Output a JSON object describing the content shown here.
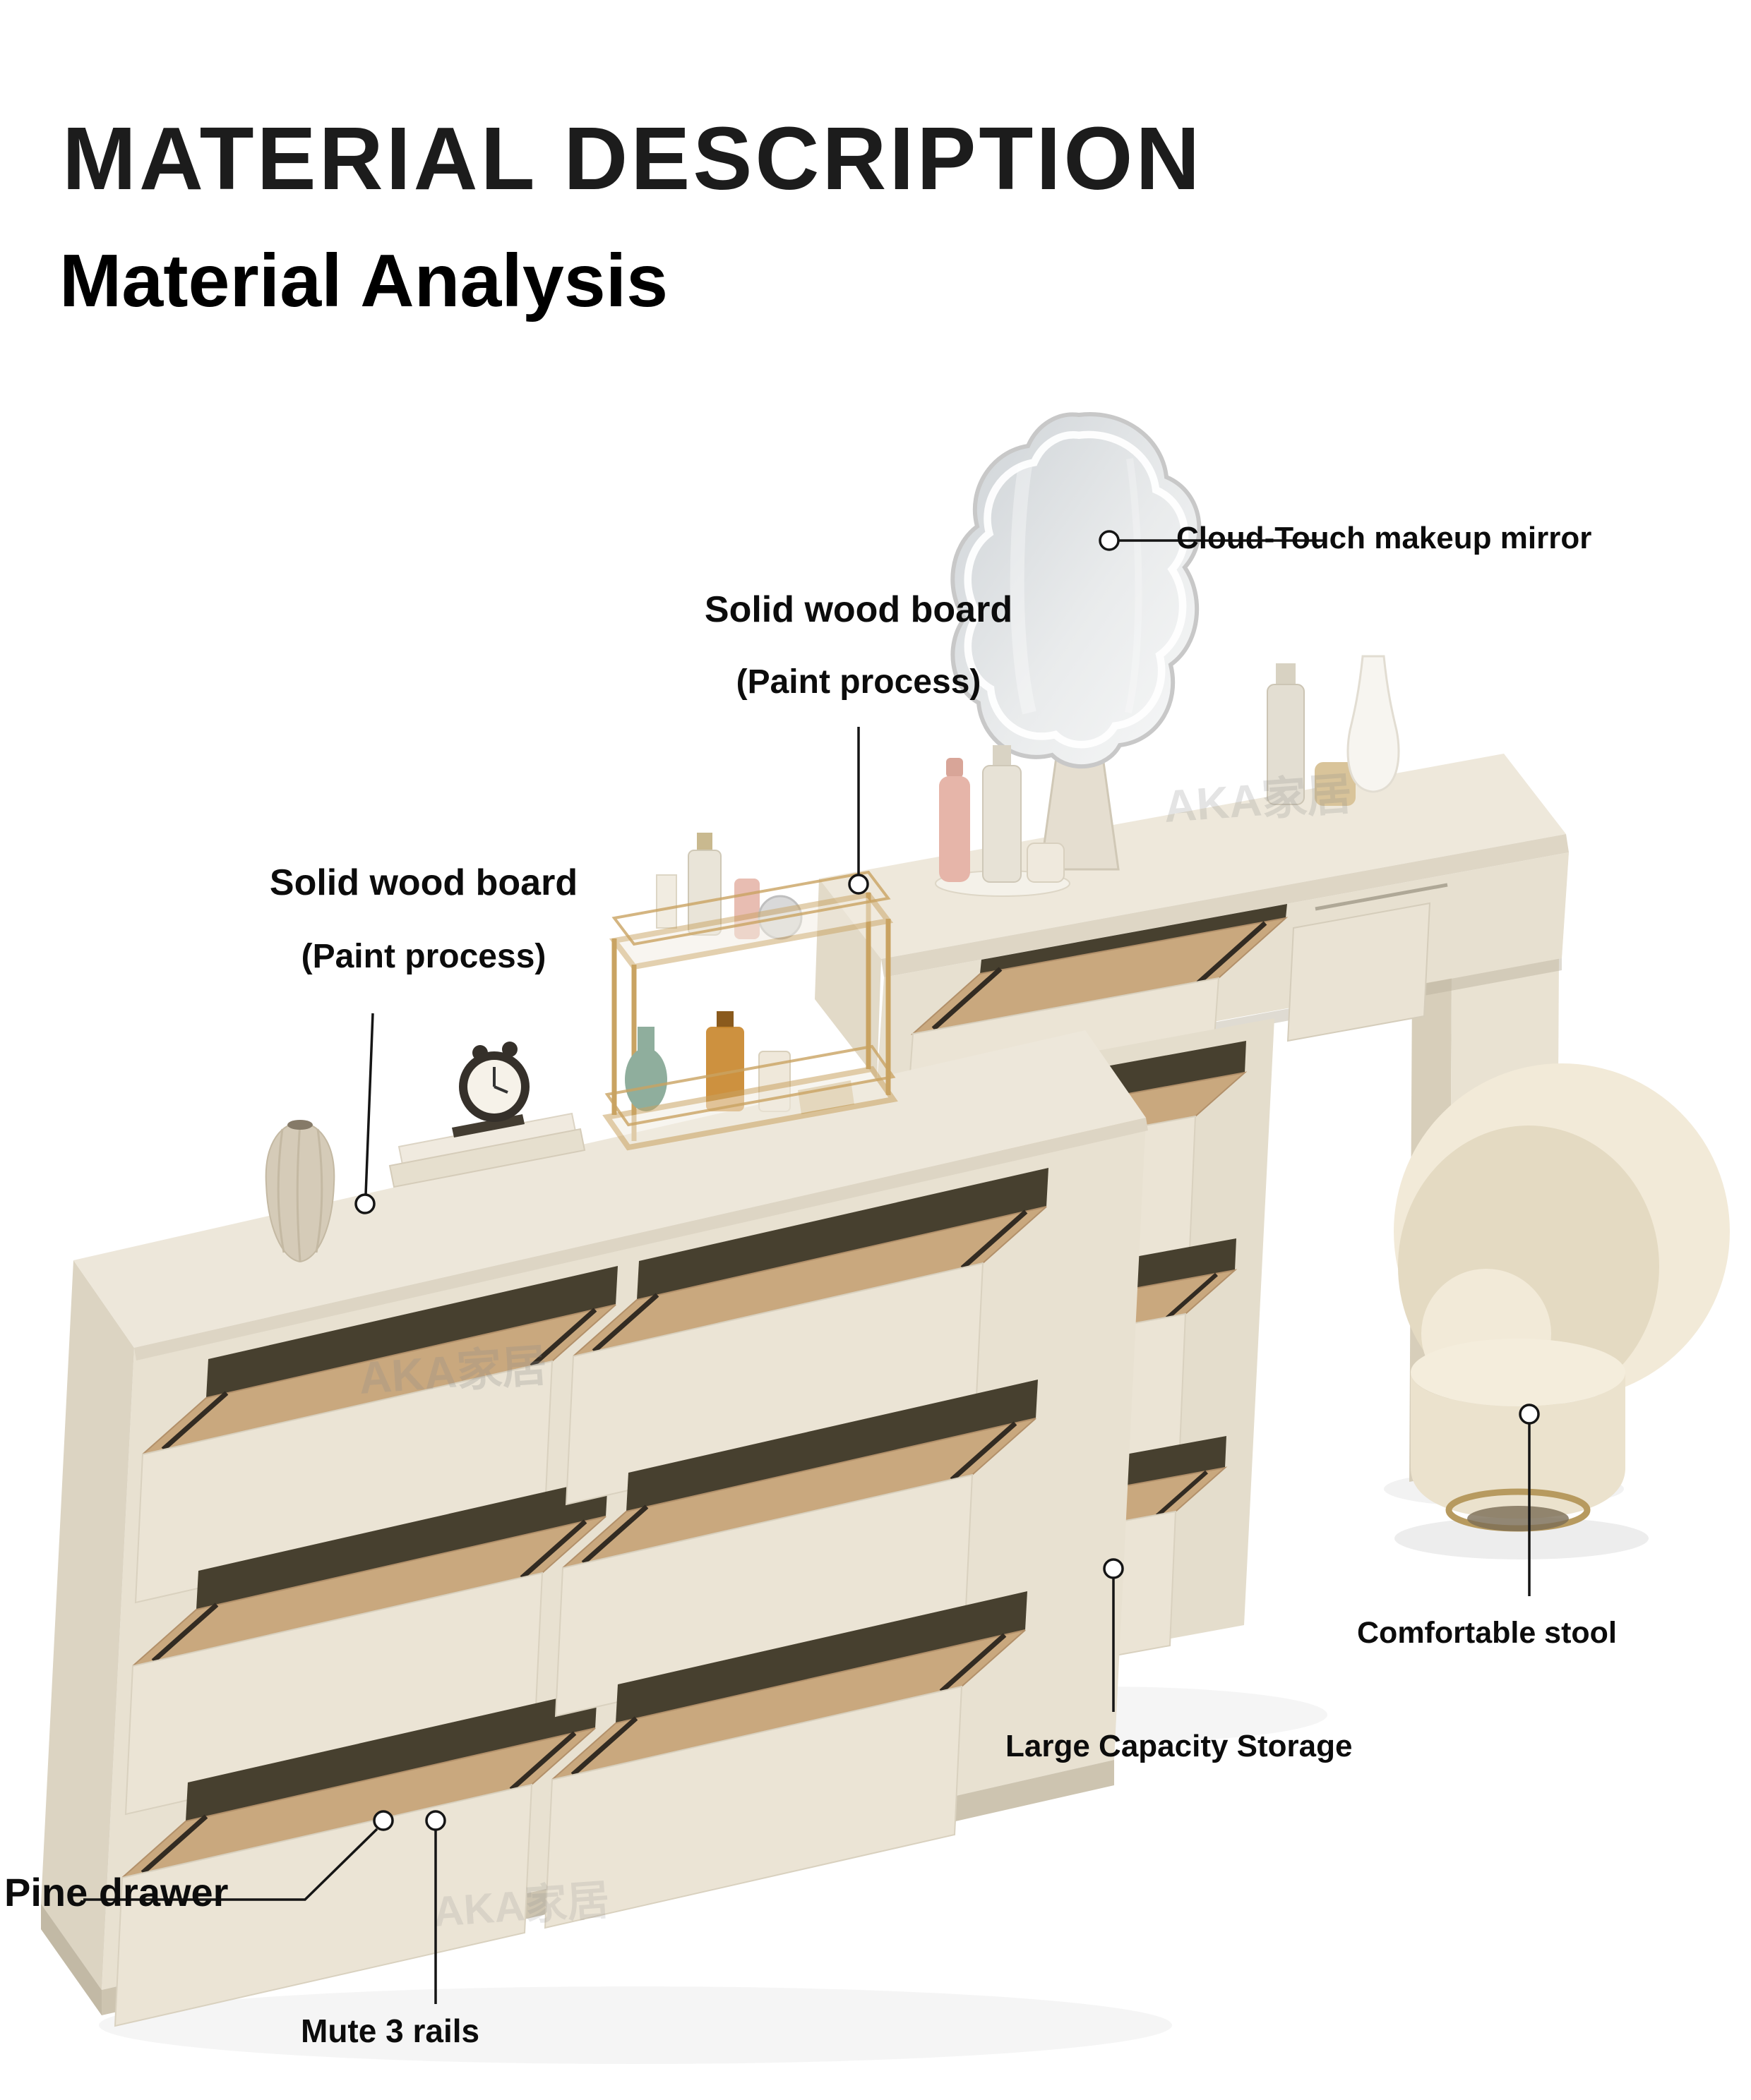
{
  "page": {
    "title": "MATERIAL DESCRIPTION",
    "subtitle": "Material Analysis",
    "watermark": "AKA家居"
  },
  "annotations": {
    "mirror": {
      "label": "Cloud-Touch makeup mirror"
    },
    "board_top": {
      "label": "Solid wood board",
      "sub": "(Paint process)"
    },
    "board_left": {
      "label": "Solid wood board",
      "sub": "(Paint process)"
    },
    "stool": {
      "label": "Comfortable stool"
    },
    "storage": {
      "label": "Large Capacity Storage"
    },
    "pine": {
      "label": "Pine drawer"
    },
    "rails": {
      "label": "Mute 3 rails"
    }
  },
  "colors": {
    "background": "#ffffff",
    "text": "#0c0c0c",
    "title": "#1c1c1c",
    "cream_top": "#ede7da",
    "cream_front": "#ebe4d5",
    "cream_side": "#dcd4c2",
    "drawer_wood": "#c9a87e",
    "gold_cart": "#c9a362",
    "callout_line": "#151515"
  }
}
